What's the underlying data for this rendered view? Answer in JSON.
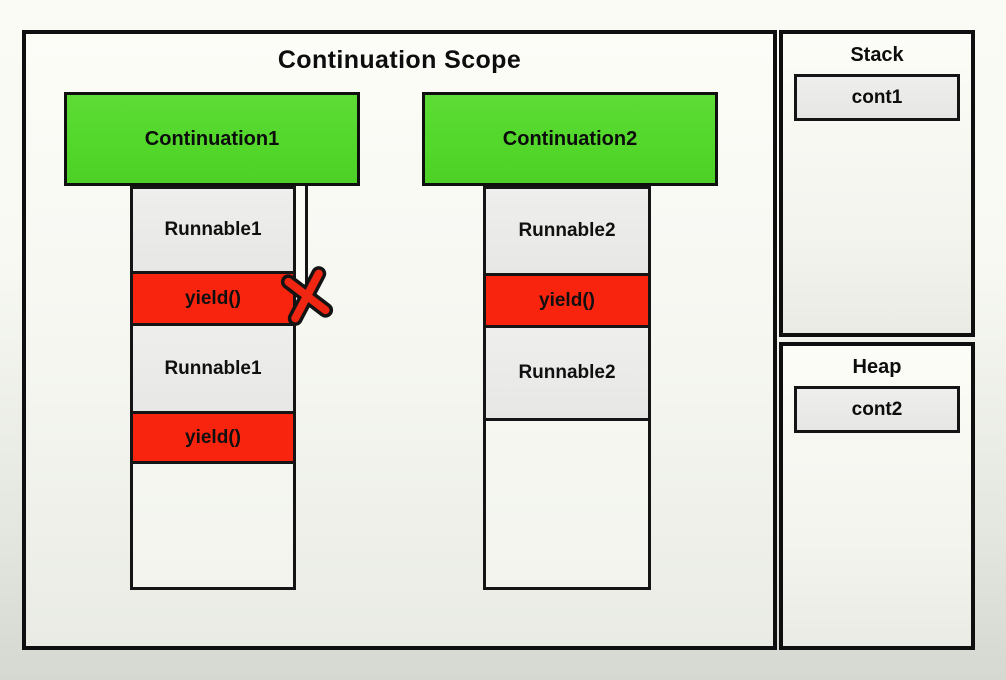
{
  "diagram_title": "Continuation Scope",
  "colors": {
    "continuation_green": "#52d72a",
    "yield_red": "#f8240e",
    "frame_gray": "#eaeaea",
    "outline_black": "#0f0f0f",
    "background_top": "#fbfbf5",
    "background_bottom": "#d5d8d1"
  },
  "continuations": [
    {
      "name": "Continuation1",
      "link_severed": true,
      "frames": [
        {
          "label": "Runnable1",
          "type": "runnable"
        },
        {
          "label": "yield()",
          "type": "yield"
        },
        {
          "label": "Runnable1",
          "type": "runnable"
        },
        {
          "label": "yield()",
          "type": "yield"
        },
        {
          "label": "",
          "type": "empty"
        }
      ]
    },
    {
      "name": "Continuation2",
      "link_severed": false,
      "frames": [
        {
          "label": "Runnable2",
          "type": "runnable"
        },
        {
          "label": "yield()",
          "type": "yield"
        },
        {
          "label": "Runnable2",
          "type": "runnable"
        },
        {
          "label": "",
          "type": "empty"
        }
      ]
    }
  ],
  "memory": {
    "stack": {
      "title": "Stack",
      "items": [
        "cont1"
      ]
    },
    "heap": {
      "title": "Heap",
      "items": [
        "cont2"
      ]
    }
  }
}
